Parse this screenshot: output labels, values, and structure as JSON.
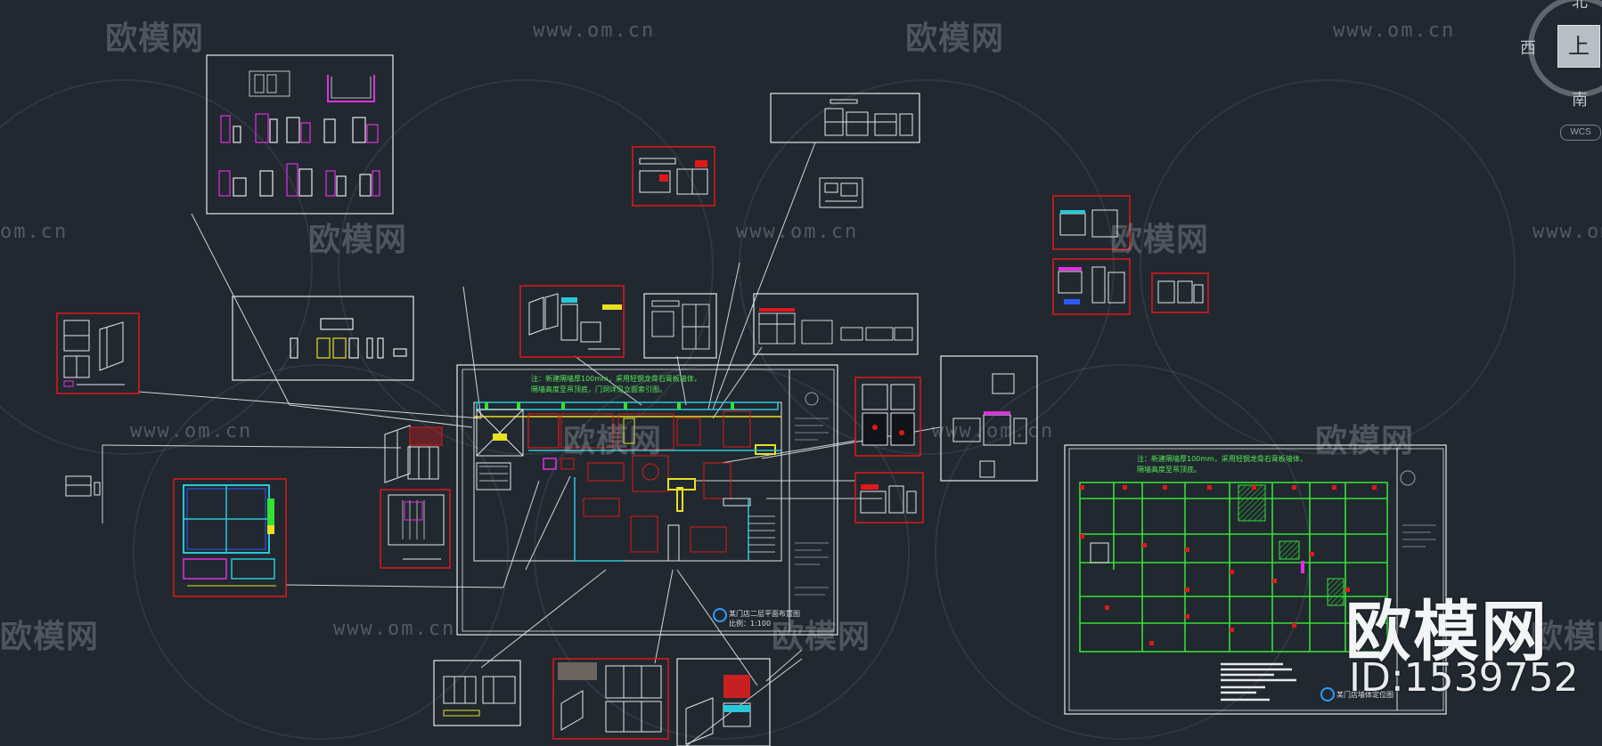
{
  "watermarks": {
    "logo_text": "欧模网",
    "url_text": "www.om.cn",
    "url_partial": "om.cn",
    "logo_partial": "欧模网"
  },
  "big_watermark": {
    "logo": "欧模网",
    "id": "ID:1539752"
  },
  "view_cube": {
    "north": "北",
    "west": "西",
    "south": "南",
    "face": "上",
    "wcs": "WCS"
  },
  "sheet_main": {
    "note": [
      "注：新建隔墙厚100mm，采用轻钢龙骨石膏板墙体，",
      "隔墙高度至吊顶底，门洞详见立面索引图。"
    ],
    "title": "某门店二层平面布置图",
    "scale": "比例：1:100"
  },
  "sheet_right": {
    "note": [
      "注：新建隔墙厚100mm，采用轻钢龙骨石膏板墙体，",
      "隔墙高度至吊顶底。"
    ],
    "title": "某门店墙体定位图"
  },
  "colors": {
    "background": "#212830",
    "red_frame": "#e01818",
    "white_frame": "#e6e8ea",
    "green_line": "#34e034",
    "cyan_line": "#28c8d8",
    "magenta_line": "#e030e0",
    "yellow_line": "#e8e020"
  }
}
